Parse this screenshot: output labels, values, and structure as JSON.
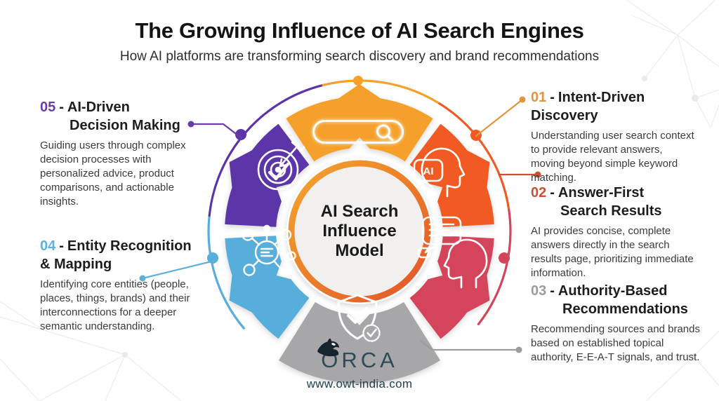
{
  "header": {
    "title": "The Growing Influence of AI Search Engines",
    "subtitle": "How AI platforms are transforming search discovery and brand recommendations"
  },
  "sections": [
    {
      "num": "01",
      "sep": "-",
      "title1": "Intent-Driven",
      "title2": "Discovery",
      "body": "Understanding user search context to provide relevant answers, moving beyond simple keyword matching.",
      "color": "#E2953C"
    },
    {
      "num": "02",
      "sep": "-",
      "title1": "Answer-First",
      "title2": "Search Results",
      "body": "AI provides concise, complete answers directly in the search results page, prioritizing immediate information.",
      "color": "#C94F35"
    },
    {
      "num": "03",
      "sep": "-",
      "title1": "Authority-Based",
      "title2": "Recommendations",
      "body": "Recommending sources and brands based on established topical authority, E-E-A-T signals, and trust.",
      "color": "#9C9C9C"
    },
    {
      "num": "04",
      "sep": "-",
      "title1": "Entity Recognition",
      "title2": "& Mapping",
      "body": "Identifying core entities (people, places, things, brands) and their interconnections for a deeper semantic understanding.",
      "color": "#5FB0DB"
    },
    {
      "num": "05",
      "sep": "-",
      "title1": "AI-Driven",
      "title2": "Decision Making",
      "body": "Guiding users through complex decision processes with personalized advice, product comparisons, and actionable insights.",
      "color": "#6A3CA6"
    }
  ],
  "wheel": {
    "center_label": [
      "AI Search",
      "Influence",
      "Model"
    ],
    "ring_gradient": [
      "#F4A62E",
      "#E25428"
    ],
    "center_fill": "#F2F0EE",
    "segments": [
      {
        "name": "search",
        "color": "#F5A02A",
        "icon": "search-bar-icon"
      },
      {
        "name": "intent-driven-discovery",
        "color": "#F15A24",
        "icon": "ai-head-icon"
      },
      {
        "name": "answer-first-results",
        "color": "#D4455C",
        "icon": "chat-head-icon"
      },
      {
        "name": "authority-recommendations",
        "color": "#A7A6A8",
        "icon": "shield-check-icon"
      },
      {
        "name": "entity-recognition",
        "color": "#58AEDB",
        "icon": "network-icon"
      },
      {
        "name": "ai-decision-making",
        "color": "#5B34A8",
        "icon": "target-icon"
      }
    ]
  },
  "footer": {
    "brand": "ORCA",
    "website": "www.owt-india.com"
  }
}
